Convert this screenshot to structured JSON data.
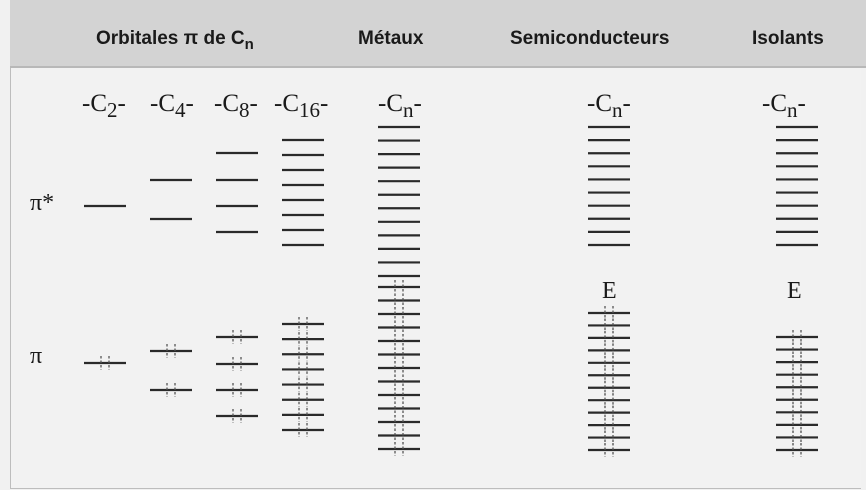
{
  "header": {
    "orbitales_prefix": "Orbitales π de C",
    "orbitales_sub": "n",
    "metaux": "Métaux",
    "semiconducteurs": "Semiconducteurs",
    "isolants": "Isolants"
  },
  "columns": {
    "c2": {
      "pre": "-C",
      "sub": "2",
      "post": "-"
    },
    "c4": {
      "pre": "-C",
      "sub": "4",
      "post": "-"
    },
    "c8": {
      "pre": "-C",
      "sub": "8",
      "post": "-"
    },
    "c16": {
      "pre": "-C",
      "sub": "16",
      "post": "-"
    },
    "cn_metal": {
      "pre": "-C",
      "sub": "n",
      "post": "-"
    },
    "cn_semi": {
      "pre": "-C",
      "sub": "n",
      "post": "-"
    },
    "cn_iso": {
      "pre": "-C",
      "sub": "n",
      "post": "-"
    }
  },
  "rows": {
    "pi_star": "π*",
    "pi": "π"
  },
  "gap": {
    "semi": "E",
    "iso": "E"
  },
  "colors": {
    "header_bg": "#d3d3d3",
    "panel_bg": "#f2f2f2",
    "level_line": "#2a2a2a"
  }
}
